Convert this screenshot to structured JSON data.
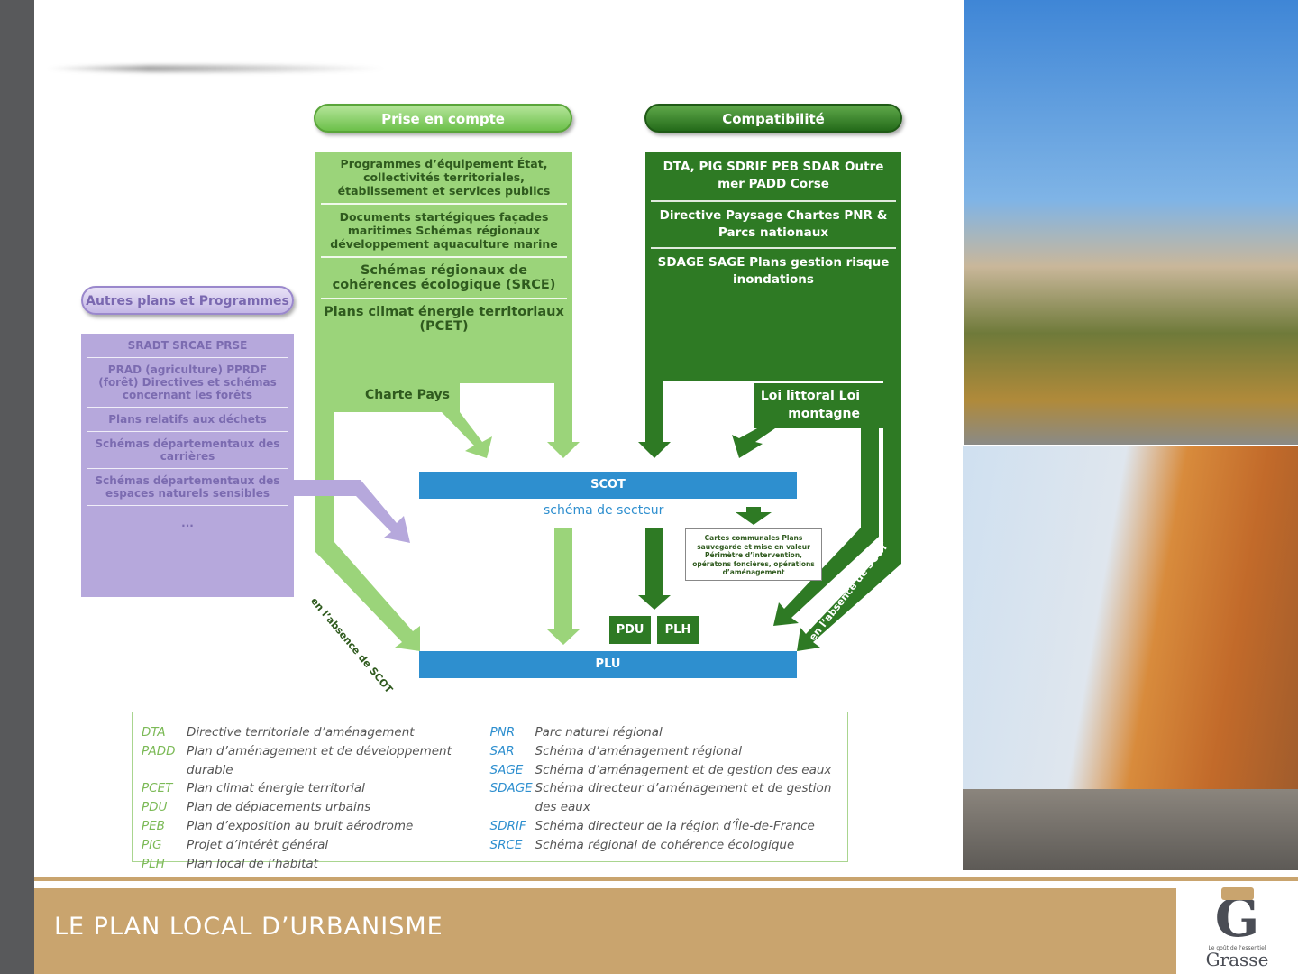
{
  "footer": {
    "title": "LE PLAN LOCAL D’URBANISME"
  },
  "logo": {
    "tagline": "Le goût de l'essentiel",
    "name": "Grasse",
    "letter": "G"
  },
  "headers": {
    "prise": "Prise en compte",
    "compat": "Compatibilité",
    "autres": "Autres plans et Programmes"
  },
  "light_col": [
    "Programmes d’équipement État, collectivités territoriales, établissement et services publics",
    "Documents startégiques façades maritimes Schémas régionaux développement aquaculture marine",
    "Schémas régionaux de cohérences écologique (SRCE)",
    "Plans climat énergie territoriaux (PCET)"
  ],
  "charte": "Charte Pays",
  "dark_col": [
    "DTA, PIG SDRIF PEB SDAR Outre mer PADD Corse",
    "Directive Paysage Chartes PNR & Parcs nationaux",
    "SDAGE SAGE Plans gestion risque inondations"
  ],
  "loi": "Loi littoral Loi montagne",
  "purple_col": [
    "SRADT SRCAE PRSE",
    "PRAD (agriculture) PPRDF (forêt) Directives et schémas concernant les forêts",
    "Plans relatifs aux déchets",
    "Schémas départementaux des carrières",
    "Schémas départementaux des espaces naturels sensibles",
    "..."
  ],
  "scot": "SCOT",
  "secteur": "schéma de secteur",
  "plu": "PLU",
  "pdu": "PDU",
  "plh": "PLH",
  "cartes": "Cartes communales Plans sauvegarde et mise en valeur Périmètre d’intervention, opératons foncières, opérations d’aménagement",
  "absence": "en l’absence de SCOT",
  "legend": {
    "left": [
      [
        "DTA",
        "Directive territoriale d’aménagement"
      ],
      [
        "PADD",
        "Plan d’aménagement et de développement durable"
      ],
      [
        "PCET",
        "Plan climat énergie territorial"
      ],
      [
        "PDU",
        "Plan de déplacements urbains"
      ],
      [
        "PEB",
        "Plan d’exposition au bruit aérodrome"
      ],
      [
        "PIG",
        "Projet d’intérêt général"
      ],
      [
        "PLH",
        "Plan local de l’habitat"
      ]
    ],
    "right": [
      [
        "PNR",
        "Parc naturel régional"
      ],
      [
        "SAR",
        "Schéma d’aménagement régional"
      ],
      [
        "SAGE",
        "Schéma d’aménagement et de gestion des eaux"
      ],
      [
        "SDAGE",
        "Schéma directeur d’aménagement et de gestion des eaux"
      ],
      [
        "SDRIF",
        "Schéma directeur de la région d’Île-de-France"
      ],
      [
        "SRCE",
        "Schéma régional de cohérence écologique"
      ]
    ]
  },
  "colors": {
    "light_green": "#9bd47a",
    "dark_green": "#2e7a24",
    "purple": "#b6a8dc",
    "blue": "#2e8fcf",
    "tan": "#c9a46e"
  }
}
